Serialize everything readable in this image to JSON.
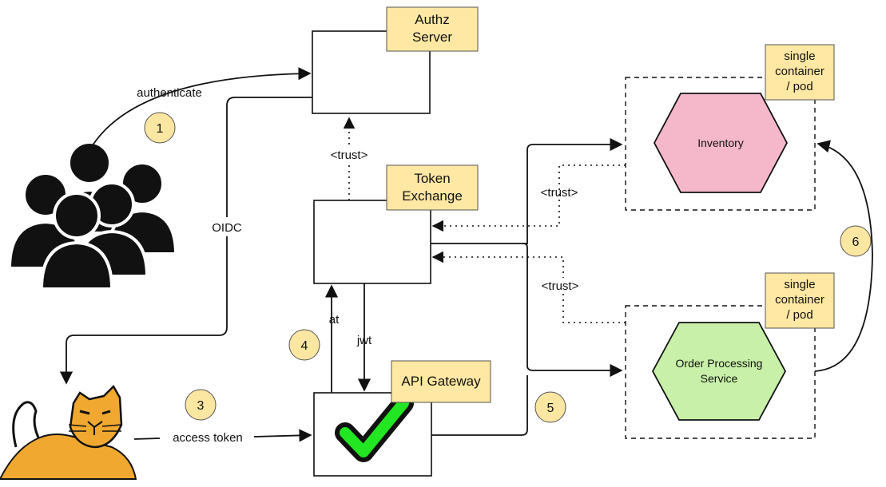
{
  "nodes": {
    "authz_server": [
      "Authz",
      "Server"
    ],
    "token_exchange": [
      "Token",
      "Exchange"
    ],
    "api_gateway": "API Gateway",
    "inventory": "Inventory",
    "order_processing": [
      "Order Processing",
      "Service"
    ],
    "pod_note_top": [
      "single",
      "container",
      "/ pod"
    ],
    "pod_note_bottom": [
      "single",
      "container",
      "/ pod"
    ]
  },
  "edges": {
    "authenticate": "authenticate",
    "oidc": "OIDC",
    "access_token": "access token",
    "at": "at",
    "jwt": "jwt",
    "trust_authz": "<trust>",
    "trust_inventory": "<trust>",
    "trust_order": "<trust>"
  },
  "steps": [
    "1",
    "3",
    "4",
    "5",
    "6"
  ],
  "colors": {
    "note": "#ffe8a3",
    "inventory_fill": "#f5b8cb",
    "order_fill": "#c8f0a8",
    "check_fill": "#22e622",
    "badge": "#fbe7a1"
  },
  "icons": {
    "users": "users-group-icon",
    "client": "tomcat-icon",
    "gateway": "checkmark-icon"
  }
}
